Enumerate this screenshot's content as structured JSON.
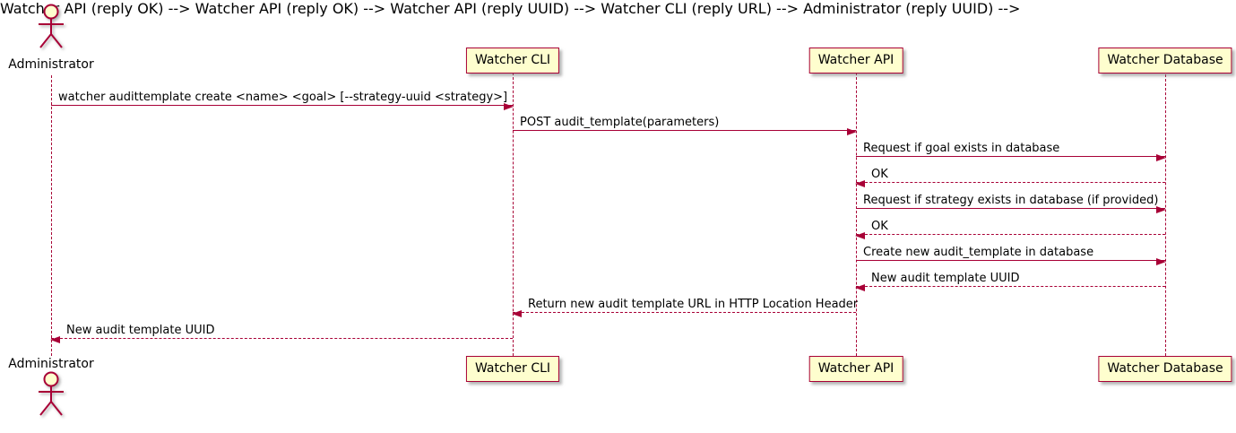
{
  "diagram": {
    "type": "uml-sequence-diagram",
    "colors": {
      "line": "#A80036",
      "participant_fill": "#FEFECE",
      "participant_border": "#A80036",
      "text": "#000000",
      "background": "#ffffff"
    },
    "actor": {
      "name": "Administrator"
    },
    "participants": [
      {
        "label": "Watcher CLI"
      },
      {
        "label": "Watcher API"
      },
      {
        "label": "Watcher Database"
      }
    ],
    "messages": [
      {
        "from": "Administrator",
        "to": "Watcher CLI",
        "style": "solid",
        "label": "watcher audittemplate create <name> <goal> [--strategy-uuid <strategy>]"
      },
      {
        "from": "Watcher CLI",
        "to": "Watcher API",
        "style": "solid",
        "label": "POST audit_template(parameters)"
      },
      {
        "from": "Watcher API",
        "to": "Watcher Database",
        "style": "solid",
        "label": "Request if goal exists in database"
      },
      {
        "from": "Watcher Database",
        "to": "Watcher API",
        "style": "dashed",
        "label": "OK"
      },
      {
        "from": "Watcher API",
        "to": "Watcher Database",
        "style": "solid",
        "label": "Request if strategy exists in database (if provided)"
      },
      {
        "from": "Watcher Database",
        "to": "Watcher API",
        "style": "dashed",
        "label": "OK"
      },
      {
        "from": "Watcher API",
        "to": "Watcher Database",
        "style": "solid",
        "label": "Create new audit_template in database"
      },
      {
        "from": "Watcher Database",
        "to": "Watcher API",
        "style": "dashed",
        "label": "New audit template UUID"
      },
      {
        "from": "Watcher API",
        "to": "Watcher CLI",
        "style": "dashed",
        "label": "Return new audit template URL in HTTP Location Header"
      },
      {
        "from": "Watcher CLI",
        "to": "Administrator",
        "style": "dashed",
        "label": "New audit template UUID"
      }
    ]
  }
}
